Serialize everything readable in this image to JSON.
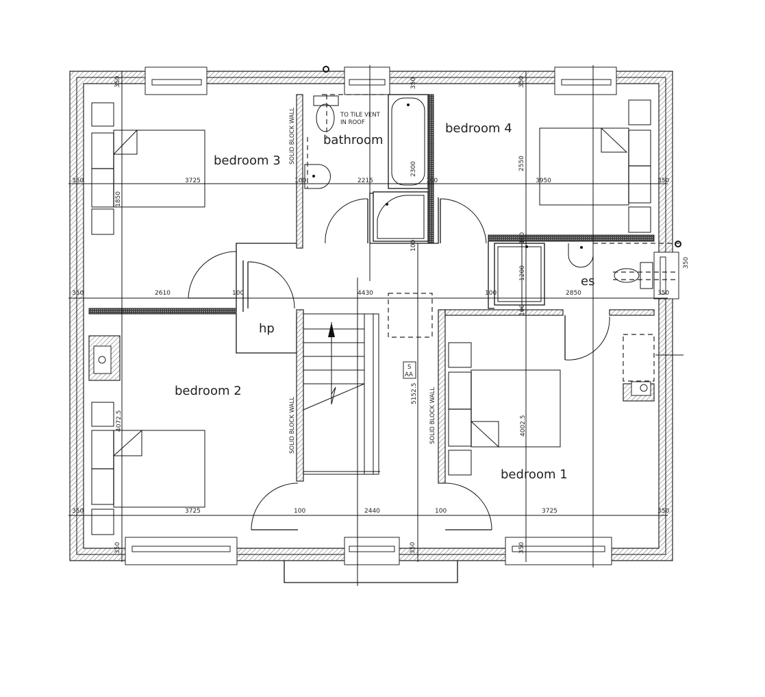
{
  "rooms": {
    "bedroom1": "bedroom 1",
    "bedroom2": "bedroom 2",
    "bedroom3": "bedroom 3",
    "bedroom4": "bedroom 4",
    "bathroom": "bathroom",
    "ensuite": "es",
    "hot_press": "hp"
  },
  "notes": {
    "vent_line1": "TO TILE VENT",
    "vent_line2": "IN ROOF",
    "solid_wall": "SOLID BLOCK WALL",
    "smoke_alarm_1": "S",
    "smoke_alarm_2": "AA"
  },
  "dimensions": {
    "top_row": [
      "350",
      "3725",
      "100",
      "2215",
      "100",
      "3950",
      "350"
    ],
    "middle_row": [
      "350",
      "2610",
      "100",
      "4430",
      "100",
      "2850",
      "350"
    ],
    "bottom_row": [
      "350",
      "3725",
      "100",
      "2440",
      "100",
      "3725",
      "350"
    ],
    "vertical": {
      "wall_top_left": "350",
      "wall_top_mid": "350",
      "wall_top_right": "350",
      "bed3_height": "1850",
      "bath_length": "2300",
      "bed4_height": "2550",
      "landing_gap": "100",
      "es_shower": "1200",
      "es_gap_top": "100",
      "es_gap_bottom": "100",
      "bed2_height": "4072.5",
      "landing_height": "5152.5",
      "bed1_height": "4002.5",
      "wall_bottom_left": "350",
      "wall_bottom_mid": "350",
      "wall_bottom_right": "350",
      "right_wall": "350"
    }
  }
}
